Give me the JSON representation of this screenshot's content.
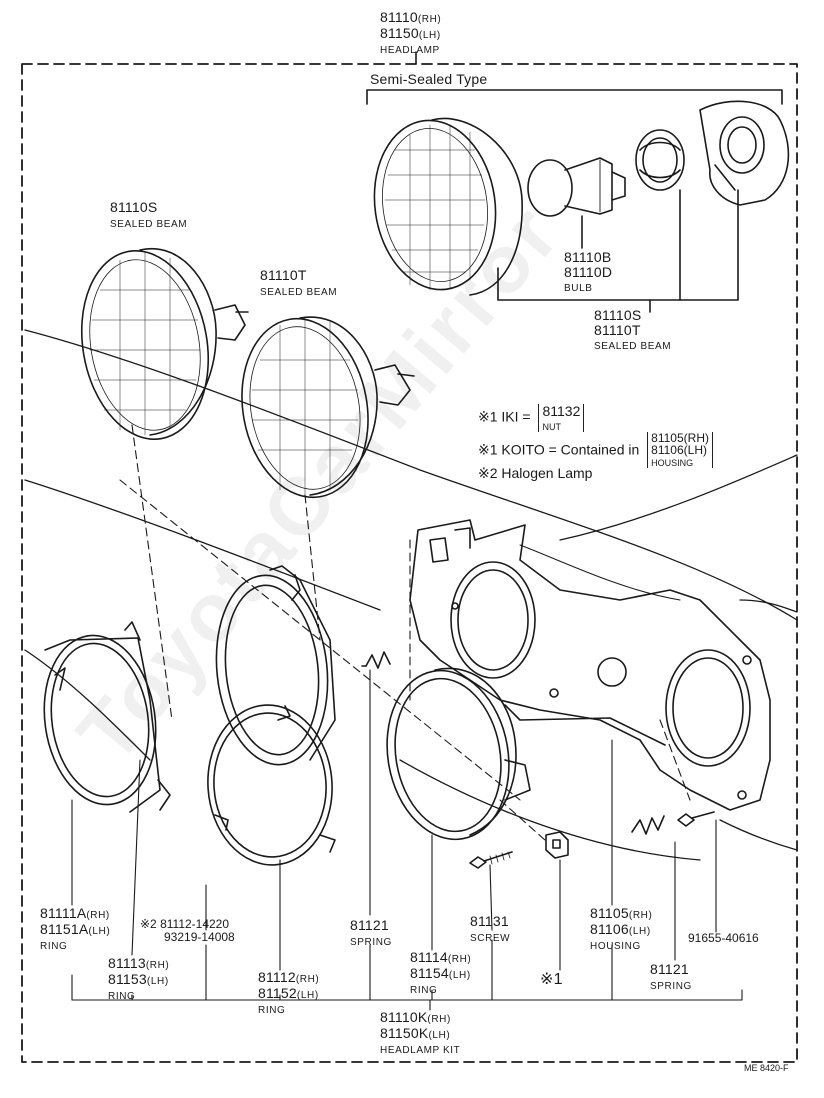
{
  "top": {
    "pn_rh": "81110",
    "rh": "(RH)",
    "pn_lh": "81150",
    "lh": "(LH)",
    "name": "HEADLAMP"
  },
  "semi_sealed": "Semi-Sealed Type",
  "sealed_s": {
    "pn": "81110S",
    "name": "SEALED BEAM"
  },
  "sealed_t": {
    "pn": "81110T",
    "name": "SEALED BEAM"
  },
  "bulb": {
    "pn1": "81110B",
    "pn2": "81110D",
    "name": "BULB"
  },
  "sealed_st": {
    "pn1": "81110S",
    "pn2": "81110T",
    "name": "SEALED BEAM"
  },
  "notes": {
    "iki_mark": "※1 IKI =",
    "iki_pn": "81132",
    "iki_name": "NUT",
    "koito": "※1 KOITO = Contained in",
    "koito_pn1": "81105(RH)",
    "koito_pn2": "81106(LH)",
    "koito_name": "HOUSING",
    "halogen": "※2 Halogen Lamp"
  },
  "labels": {
    "r81111": {
      "a": "81111A",
      "rh": "(RH)",
      "b": "81151A",
      "lh": "(LH)",
      "name": "RING"
    },
    "r81113": {
      "a": "81113",
      "rh": "(RH)",
      "b": "81153",
      "lh": "(LH)",
      "name": "RING"
    },
    "r81112a": {
      "mark": "※2",
      "a": "81112-14220",
      "b": "93219-14008"
    },
    "r81112": {
      "a": "81112",
      "rh": "(RH)",
      "b": "81152",
      "lh": "(LH)",
      "name": "RING"
    },
    "s81121a": {
      "a": "81121",
      "name": "SPRING"
    },
    "s81131": {
      "a": "81131",
      "name": "SCREW"
    },
    "r81114": {
      "a": "81114",
      "rh": "(RH)",
      "b": "81154",
      "lh": "(LH)",
      "name": "RING"
    },
    "mark1": "※1",
    "h81105": {
      "a": "81105",
      "rh": "(RH)",
      "b": "81106",
      "lh": "(LH)",
      "name": "HOUSING"
    },
    "b91655": "91655-40616",
    "s81121b": {
      "a": "81121",
      "name": "SPRING"
    },
    "kit": {
      "a": "81110K",
      "rh": "(RH)",
      "b": "81150K",
      "lh": "(LH)",
      "name": "HEADLAMP KIT"
    }
  },
  "code": "ME 8420-F",
  "watermark": "ToyotaCarMirror"
}
